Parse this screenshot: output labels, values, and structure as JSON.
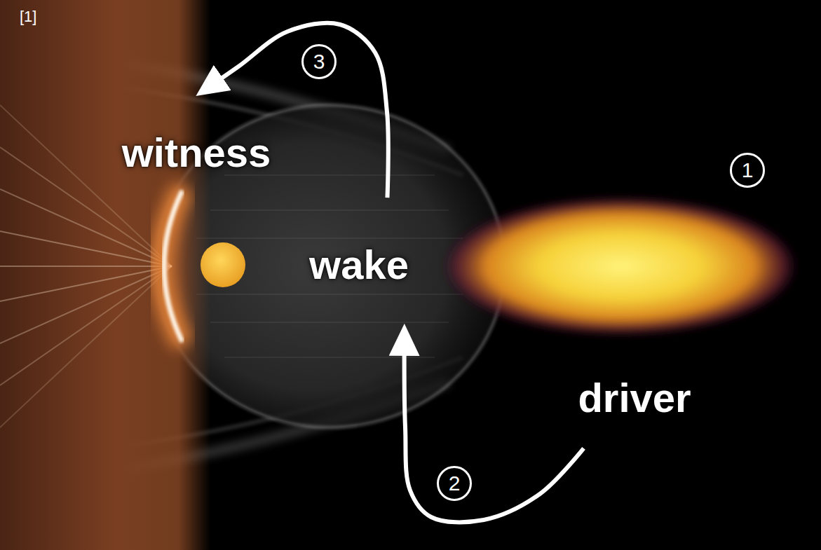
{
  "diagram": {
    "nodes": [
      {
        "text": [
          "3"
        ]
      },
      {
        "text": [
          "witness"
        ]
      },
      {
        "text": [
          "1"
        ]
      },
      {
        "text": [
          "wake"
        ]
      },
      {
        "text": [
          "driver"
        ]
      },
      {
        "text": [
          "2"
        ]
      }
    ],
    "edges": [
      {
        "from": 4,
        "to": 3,
        "arrow": "to"
      },
      {
        "from": 3,
        "to": 1,
        "arrow": "to"
      }
    ],
    "labels": [
      "[1]"
    ]
  }
}
